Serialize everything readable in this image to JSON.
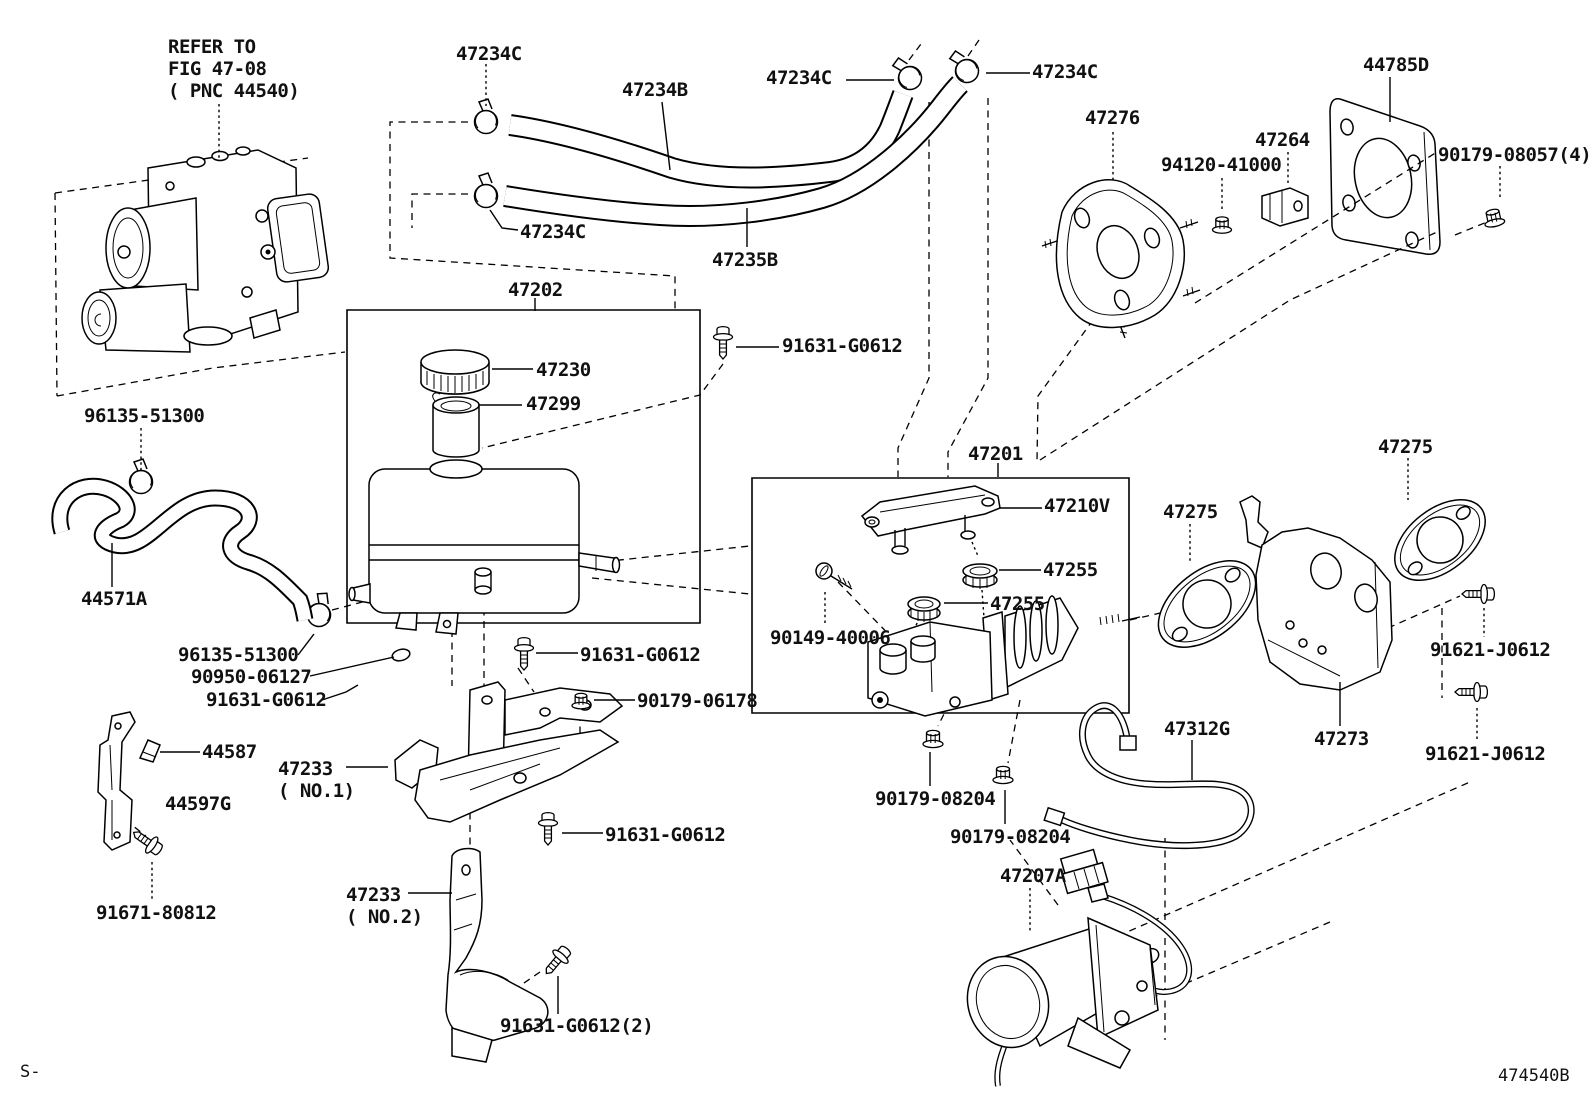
{
  "doc": {
    "footer_left": "S-",
    "footer_right": "474540B"
  },
  "note": {
    "line1": "REFER TO",
    "line2": "FIG 47-08",
    "line3": "( PNC 44540)"
  },
  "parts": {
    "47234C": "47234C",
    "47234B": "47234B",
    "47235B": "47235B",
    "47276": "47276",
    "94120-41000": "94120-41000",
    "47264": "47264",
    "44785D": "44785D",
    "90179-08057-4": "90179-08057(4)",
    "47202": "47202",
    "47230": "47230",
    "47299": "47299",
    "91631-G0612": "91631-G0612",
    "91631-G0612-2": "91631-G0612(2)",
    "96135-51300": "96135-51300",
    "44571A": "44571A",
    "90950-06127": "90950-06127",
    "44587": "44587",
    "44597G": "44597G",
    "91671-80812": "91671-80812",
    "47233": "47233",
    "no1": "( NO.1)",
    "no2": "( NO.2)",
    "90179-06178": "90179-06178",
    "47201": "47201",
    "47210V": "47210V",
    "47255": "47255",
    "90149-40006": "90149-40006",
    "47275": "47275",
    "91621-J0612": "91621-J0612",
    "47312G": "47312G",
    "47273": "47273",
    "90179-08204": "90179-08204",
    "47207A": "47207A"
  }
}
